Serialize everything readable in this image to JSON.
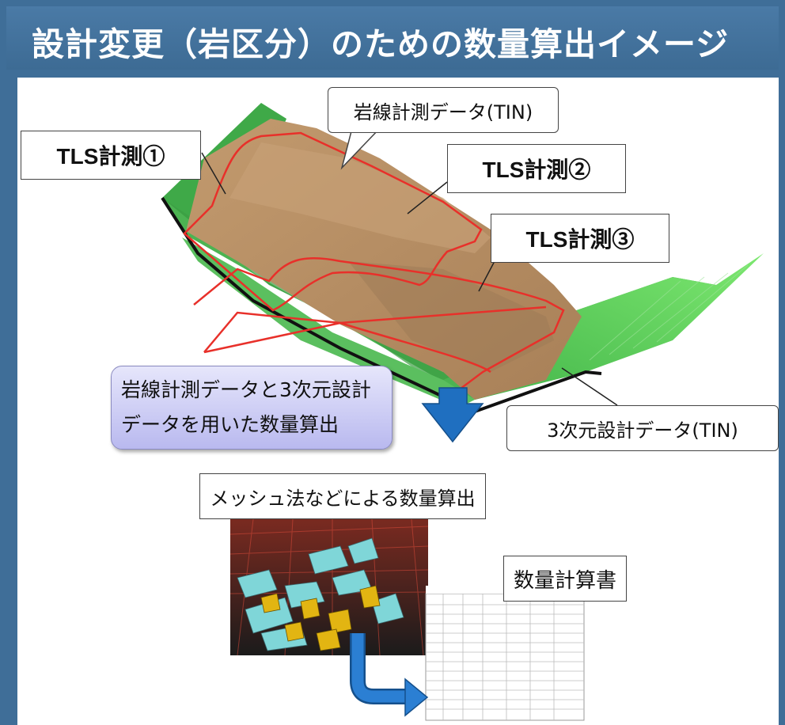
{
  "title": "設計変更（岩区分）のための数量算出イメージ",
  "labels": {
    "tls1": "TLS計測①",
    "tls2": "TLS計測②",
    "tls3": "TLS計測③",
    "rock_tin": "岩線計測データ(TIN)",
    "design_tin": "3次元設計データ(TIN)",
    "calc_line1": "岩線計測データと3次元設計",
    "calc_line2": "データを用いた数量算出",
    "mesh_method": "メッシュ法などによる数量算出",
    "quantity_book": "数量計算書"
  },
  "colors": {
    "title_bar": "#3f6e98",
    "terrain_green": "#4caf50",
    "rock_surface": "#b89064",
    "outline_red": "#e8302a",
    "arrow_blue": "#1f6fc0"
  }
}
